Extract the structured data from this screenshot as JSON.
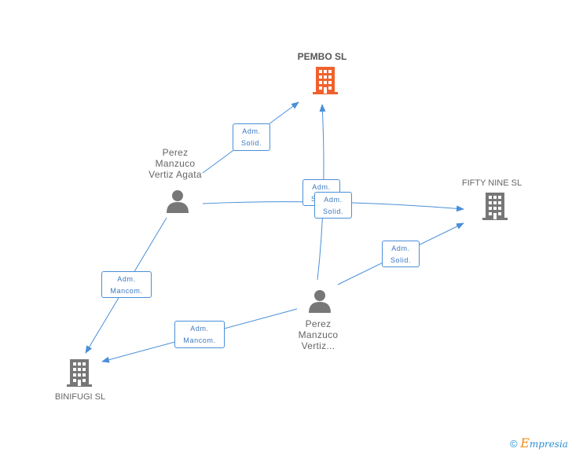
{
  "companies": {
    "pembo": {
      "name": "PEMBO SL",
      "color": "#f0612d"
    },
    "fifty_nine": {
      "name": "FIFTY NINE SL",
      "color": "#777777"
    },
    "binifugi": {
      "name": "BINIFUGI SL",
      "color": "#777777"
    }
  },
  "persons": {
    "agata": {
      "name_lines": [
        "Perez",
        "Manzuco",
        "Vertiz Agata"
      ]
    },
    "other": {
      "name_lines": [
        "Perez",
        "Manzuco",
        "Vertiz..."
      ]
    }
  },
  "edges": [
    {
      "label_lines": [
        "Adm.",
        "Solid."
      ]
    },
    {
      "label_lines": [
        "Adm.",
        "Solid."
      ]
    },
    {
      "label_lines": [
        "Adm.",
        "Solid."
      ]
    },
    {
      "label_lines": [
        "Adm.",
        "Solid."
      ]
    },
    {
      "label_lines": [
        "Adm.",
        "Mancom."
      ]
    },
    {
      "label_lines": [
        "Adm.",
        "Mancom."
      ]
    }
  ],
  "colors": {
    "edge": "#4a8fd8",
    "person": "#777777"
  },
  "footer": {
    "copyright": "©",
    "brand_initial": "E",
    "brand_rest": "mpresia"
  }
}
